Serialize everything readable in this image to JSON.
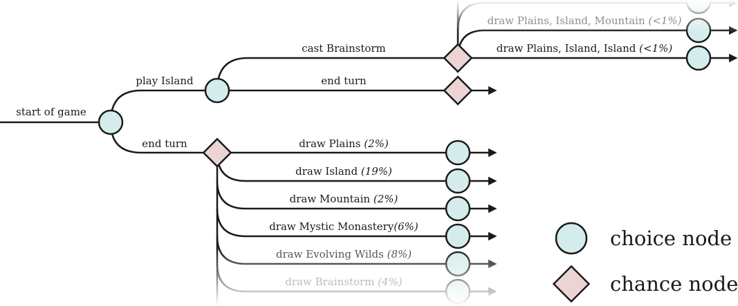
{
  "tree": {
    "root_label": "start of game",
    "play_island_label": "play Island",
    "root_end_turn_label": "end turn",
    "cast_brainstorm_label": "cast Brainstorm",
    "island_end_turn_label": "end turn",
    "brainstorm_draws": [
      {
        "label": "draw Plains, Island, Mountain",
        "pct": "(<1%)"
      },
      {
        "label": "draw Plains, Island, Island",
        "pct": "(<1%)"
      }
    ],
    "draws": [
      {
        "label": "draw Plains",
        "pct": "(2%)"
      },
      {
        "label": "draw Island",
        "pct": "(19%)"
      },
      {
        "label": "draw Mountain",
        "pct": "(2%)"
      },
      {
        "label": "draw Mystic Monastery",
        "pct": "(6%)"
      },
      {
        "label": "draw Evolving Wilds",
        "pct": "(8%)"
      },
      {
        "label": "draw Brainstorm",
        "pct": "(4%)"
      }
    ]
  },
  "legend": {
    "choice_label": "choice node",
    "chance_label": "chance node"
  },
  "colors": {
    "choice_fill": "#d5ecec",
    "chance_fill": "#ecd4d4",
    "stroke": "#1a1a1a"
  }
}
